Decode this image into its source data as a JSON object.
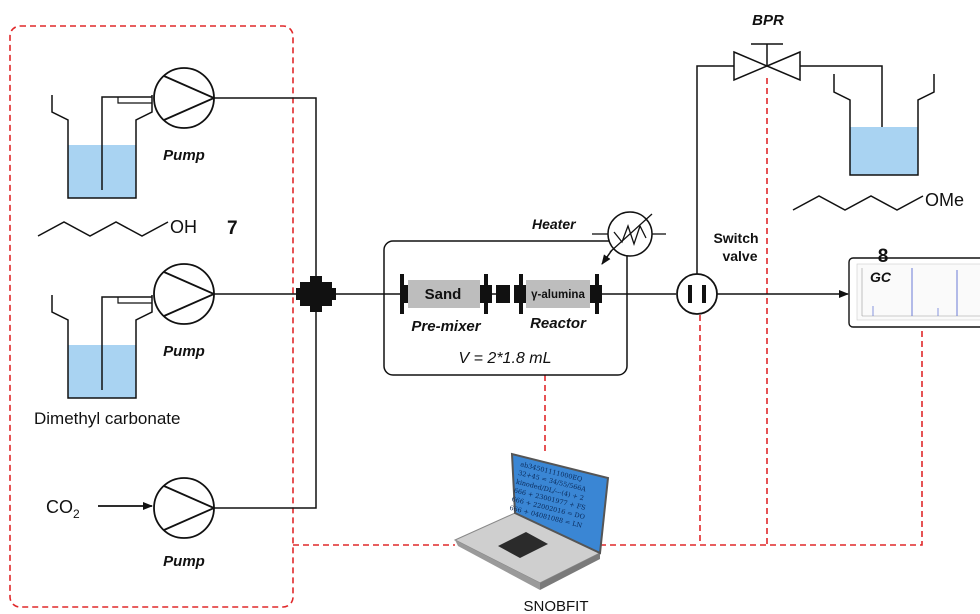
{
  "labels": {
    "pump1": "Pump",
    "pump2": "Pump",
    "pump3": "Pump",
    "compound7_group": "OH",
    "compound7_number": "7",
    "dimethyl_carbonate": "Dimethyl carbonate",
    "co2_main": "CO",
    "co2_sub": "2",
    "heater": "Heater",
    "sand": "Sand",
    "gamma_alumina": "γ-alumina",
    "pre_mixer": "Pre-mixer",
    "reactor": "Reactor",
    "volume": "V = 2*1.8 mL",
    "switch_valve_line1": "Switch",
    "switch_valve_line2": "valve",
    "bpr": "BPR",
    "compound8_group": "OMe",
    "compound8_number": "8",
    "gc": "GC",
    "snobfit": "SNOBFIT"
  },
  "laptop_screen_lines": [
    "ab34501111000EQ",
    "32+45 = 34/55/566A",
    "kinoded/DL/---(4) + 2",
    "666 + 23001977 + FS",
    "666 + 22002016 = DO",
    "666 + 04081088 = LN"
  ],
  "colors": {
    "control_line": "#e0282a",
    "liquid": "#a9d3f2",
    "laptop_screen": "#3a86d4",
    "column_packing": "#bdbdbd",
    "gc_peak": "#6b7bd6"
  }
}
